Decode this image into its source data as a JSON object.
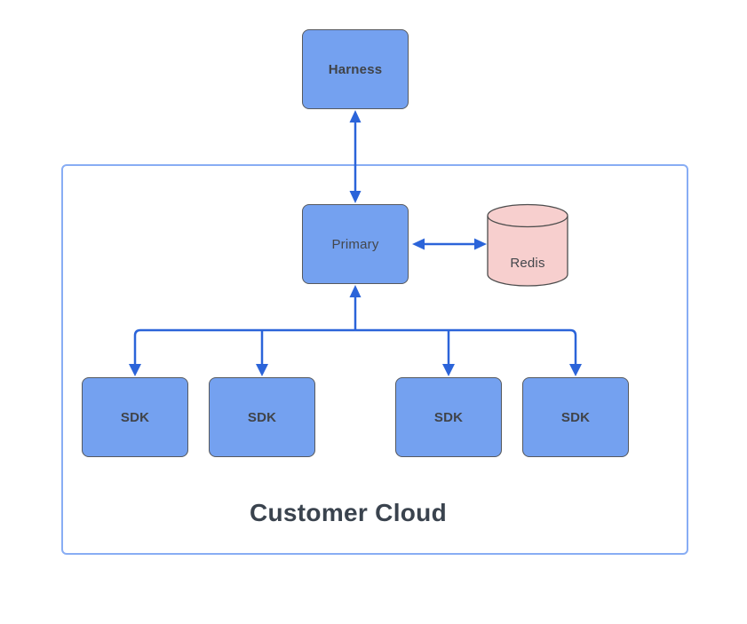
{
  "diagram": {
    "nodes": {
      "harness": {
        "label": "Harness"
      },
      "primary": {
        "label": "Primary"
      },
      "redis": {
        "label": "Redis"
      }
    },
    "sdk_nodes": [
      "SDK",
      "SDK",
      "SDK",
      "SDK"
    ],
    "container": {
      "label": "Customer Cloud"
    },
    "connections": [
      "Harness <-> Primary",
      "Primary <-> Redis",
      "Primary -> SDK (x4, via tree connector, arrows both toward Primary and toward each SDK)"
    ],
    "colors": {
      "node_fill": "#74a1f0",
      "node_border": "#56595e",
      "redis_fill": "#f7cfce",
      "redis_border": "#4d4d4d",
      "arrow": "#2b64d9",
      "container_border": "#88adf4",
      "container_label_text": "#3a434e",
      "node_label_text": "#44474c",
      "background": "#ffffff"
    }
  }
}
